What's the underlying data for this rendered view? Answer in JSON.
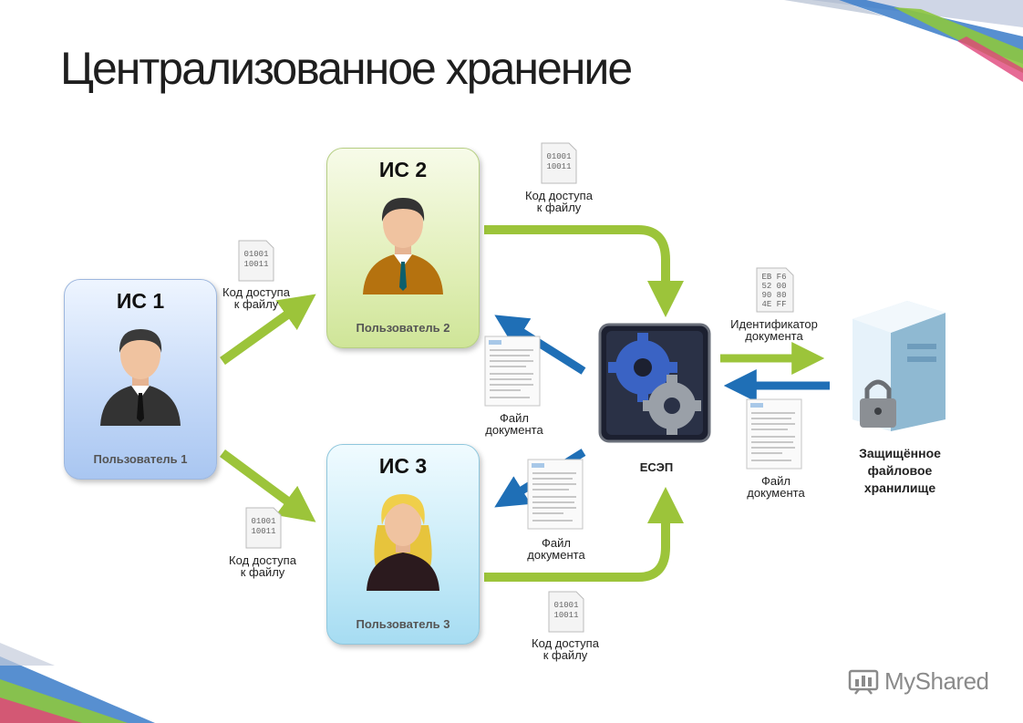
{
  "title": "Централизованное хранение",
  "nodes": {
    "is1": {
      "title": "ИС 1",
      "user": "Пользователь 1"
    },
    "is2": {
      "title": "ИС 2",
      "user": "Пользователь 2"
    },
    "is3": {
      "title": "ИС 3",
      "user": "Пользователь 3"
    },
    "esep": {
      "label": "ЕСЭП"
    },
    "storage": {
      "label_line1": "Защищённое",
      "label_line2": "файловое",
      "label_line3": "хранилище"
    }
  },
  "labels": {
    "code_access_line1": "Код доступа",
    "code_access_line2": "к файлу",
    "file_doc_line1": "Файл",
    "file_doc_line2": "документа",
    "doc_id_line1": "Идентификатор",
    "doc_id_line2": "документа"
  },
  "icon_text": {
    "binary_line1": "01001",
    "binary_line2": "10011",
    "hex_line1": "EB F6",
    "hex_line2": "52 00",
    "hex_line3": "90 80",
    "hex_line4": "4E FF"
  },
  "watermark": "MyShared",
  "colors": {
    "green_arrow": "#9cc43a",
    "blue_arrow": "#1f6fb6",
    "is1_card": "#b6cff4",
    "is2_card": "#dcecae",
    "is3_card": "#bde6f6"
  }
}
